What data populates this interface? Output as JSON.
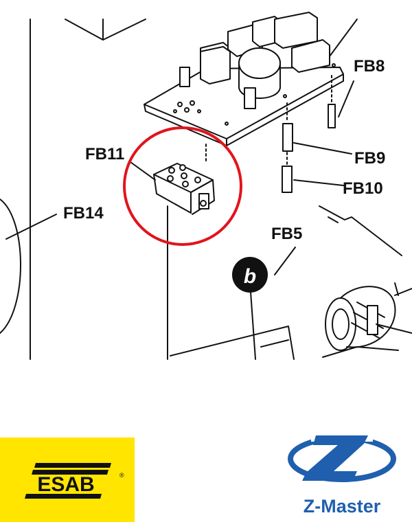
{
  "diagram": {
    "labels": {
      "fb8": "FB8",
      "fb9": "FB9",
      "fb10": "FB10",
      "fb11": "FB11",
      "fb14": "FB14",
      "fb5": "FB5"
    },
    "badge": "b",
    "highlight_color": "#e1141c"
  },
  "logos": {
    "esab": {
      "text": "ESAB",
      "registered": "®",
      "background": "#ffe500"
    },
    "zmaster": {
      "text": "Z-Master",
      "color": "#1f5fae"
    }
  }
}
